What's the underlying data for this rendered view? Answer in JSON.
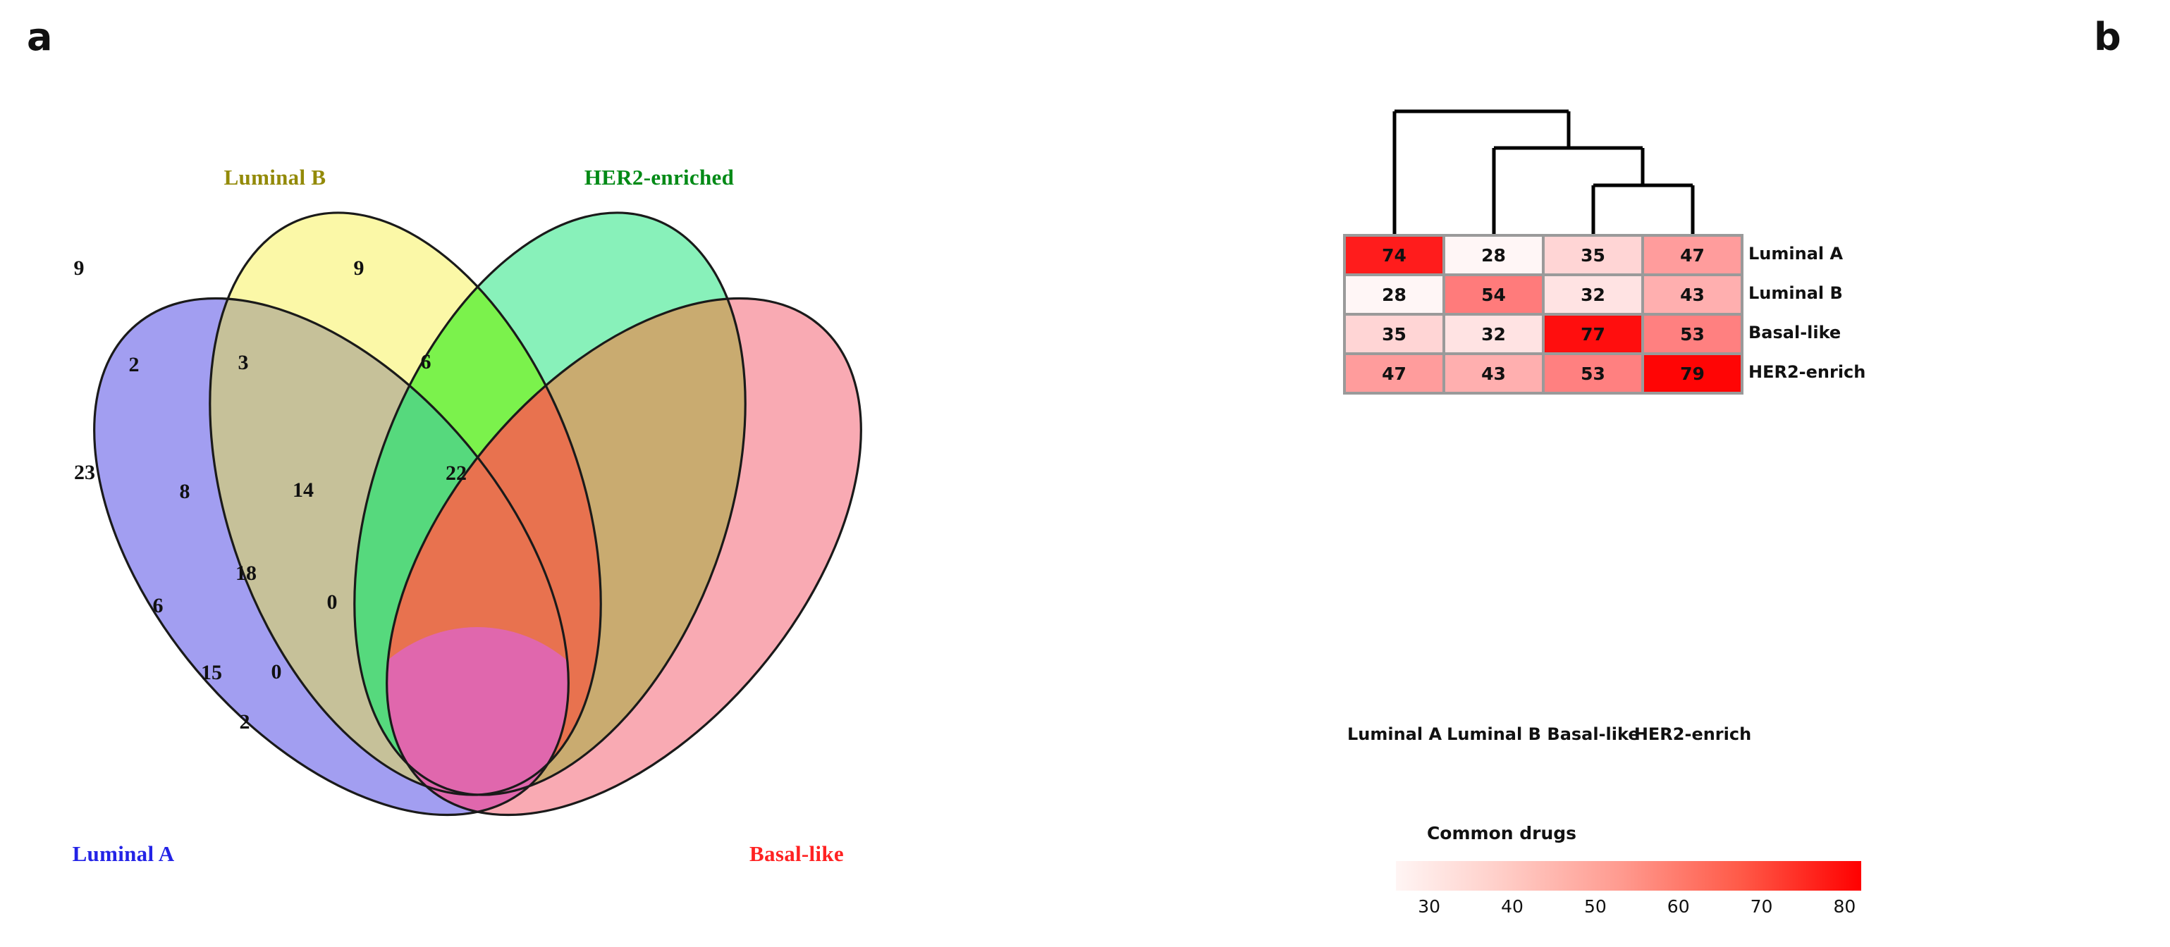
{
  "figure": {
    "panel_a_letter": "a",
    "panel_b_letter": "b"
  },
  "venn": {
    "sets": [
      {
        "key": "luminal_a",
        "label": "Luminal A",
        "label_color": "#2323E6",
        "fill": "#9a96f0"
      },
      {
        "key": "luminal_b",
        "label": "Luminal B",
        "label_color": "#938a08",
        "fill": "#fbf7a0"
      },
      {
        "key": "her2",
        "label": "HER2-enriched",
        "label_color": "#008a16",
        "fill": "#7ef0b4"
      },
      {
        "key": "basal",
        "label": "Basal-like",
        "label_color": "#FF2222",
        "fill": "#f9a3ad"
      }
    ],
    "regions": [
      {
        "id": "A-only",
        "sets": [
          "Luminal A"
        ],
        "count": "23"
      },
      {
        "id": "B-only",
        "sets": [
          "Luminal B"
        ],
        "count": "9"
      },
      {
        "id": "H-only",
        "sets": [
          "HER2-enriched"
        ],
        "count": "9"
      },
      {
        "id": "Ba-only",
        "sets": [
          "Basal-like"
        ],
        "count": "22"
      },
      {
        "id": "A-B",
        "sets": [
          "Luminal A",
          "Luminal B"
        ],
        "count": "2"
      },
      {
        "id": "B-H",
        "sets": [
          "Luminal B",
          "HER2-enriched"
        ],
        "count": "3"
      },
      {
        "id": "H-Ba",
        "sets": [
          "HER2-enriched",
          "Basal-like"
        ],
        "count": "6"
      },
      {
        "id": "A-B-H",
        "sets": [
          "Luminal A",
          "Luminal B",
          "HER2-enriched"
        ],
        "count": "8"
      },
      {
        "id": "B-H-Ba",
        "sets": [
          "Luminal B",
          "HER2-enriched",
          "Basal-like"
        ],
        "count": "14"
      },
      {
        "id": "A-H",
        "sets": [
          "Luminal A",
          "HER2-enriched"
        ],
        "count": "6"
      },
      {
        "id": "B-Ba",
        "sets": [
          "Luminal B",
          "Basal-like"
        ],
        "count": "0"
      },
      {
        "id": "A-B-H-Ba",
        "sets": [
          "Luminal A",
          "Luminal B",
          "HER2-enriched",
          "Basal-like"
        ],
        "count": "18"
      },
      {
        "id": "A-H-Ba",
        "sets": [
          "Luminal A",
          "HER2-enriched",
          "Basal-like"
        ],
        "count": "15"
      },
      {
        "id": "A-B-Ba",
        "sets": [
          "Luminal A",
          "Luminal B",
          "Basal-like"
        ],
        "count": "0"
      },
      {
        "id": "A-Ba",
        "sets": [
          "Luminal A",
          "Basal-like"
        ],
        "count": "2"
      }
    ]
  },
  "chart_data": {
    "type": "heatmap",
    "title": "",
    "categories": [
      "Luminal A",
      "Luminal B",
      "Basal-like",
      "HER2-enrich"
    ],
    "row_labels": [
      "Luminal A",
      "Luminal B",
      "Basal-like",
      "HER2-enrich"
    ],
    "col_labels": [
      "Luminal A",
      "Luminal B",
      "Basal-like",
      "HER2-enrich"
    ],
    "values": [
      [
        74,
        28,
        35,
        47
      ],
      [
        28,
        54,
        32,
        43
      ],
      [
        35,
        32,
        77,
        53
      ],
      [
        47,
        43,
        53,
        79
      ]
    ],
    "colorbar": {
      "label": "Common drugs",
      "ticks": [
        "30",
        "40",
        "50",
        "60",
        "70",
        "80"
      ],
      "tick_values": [
        30,
        40,
        50,
        60,
        70,
        80
      ],
      "vmin": 26,
      "vmax": 80,
      "low_color": "#ffffff",
      "high_color": "#ff0000"
    },
    "dendrogram": {
      "orientation": "top",
      "leaf_order": [
        "Luminal A",
        "Luminal B",
        "Basal-like",
        "HER2-enrich"
      ],
      "merges": [
        {
          "children": [
            "Basal-like",
            "HER2-enrich"
          ],
          "height": 1
        },
        {
          "children": [
            "Luminal B",
            "cluster(Basal-like,HER2-enrich)"
          ],
          "height": 2
        },
        {
          "children": [
            "Luminal A",
            "cluster(Luminal B,Basal-like,HER2-enrich)"
          ],
          "height": 3
        }
      ]
    },
    "xlabel": "",
    "ylabel": "",
    "grid": false,
    "legend_position": "bottom"
  }
}
